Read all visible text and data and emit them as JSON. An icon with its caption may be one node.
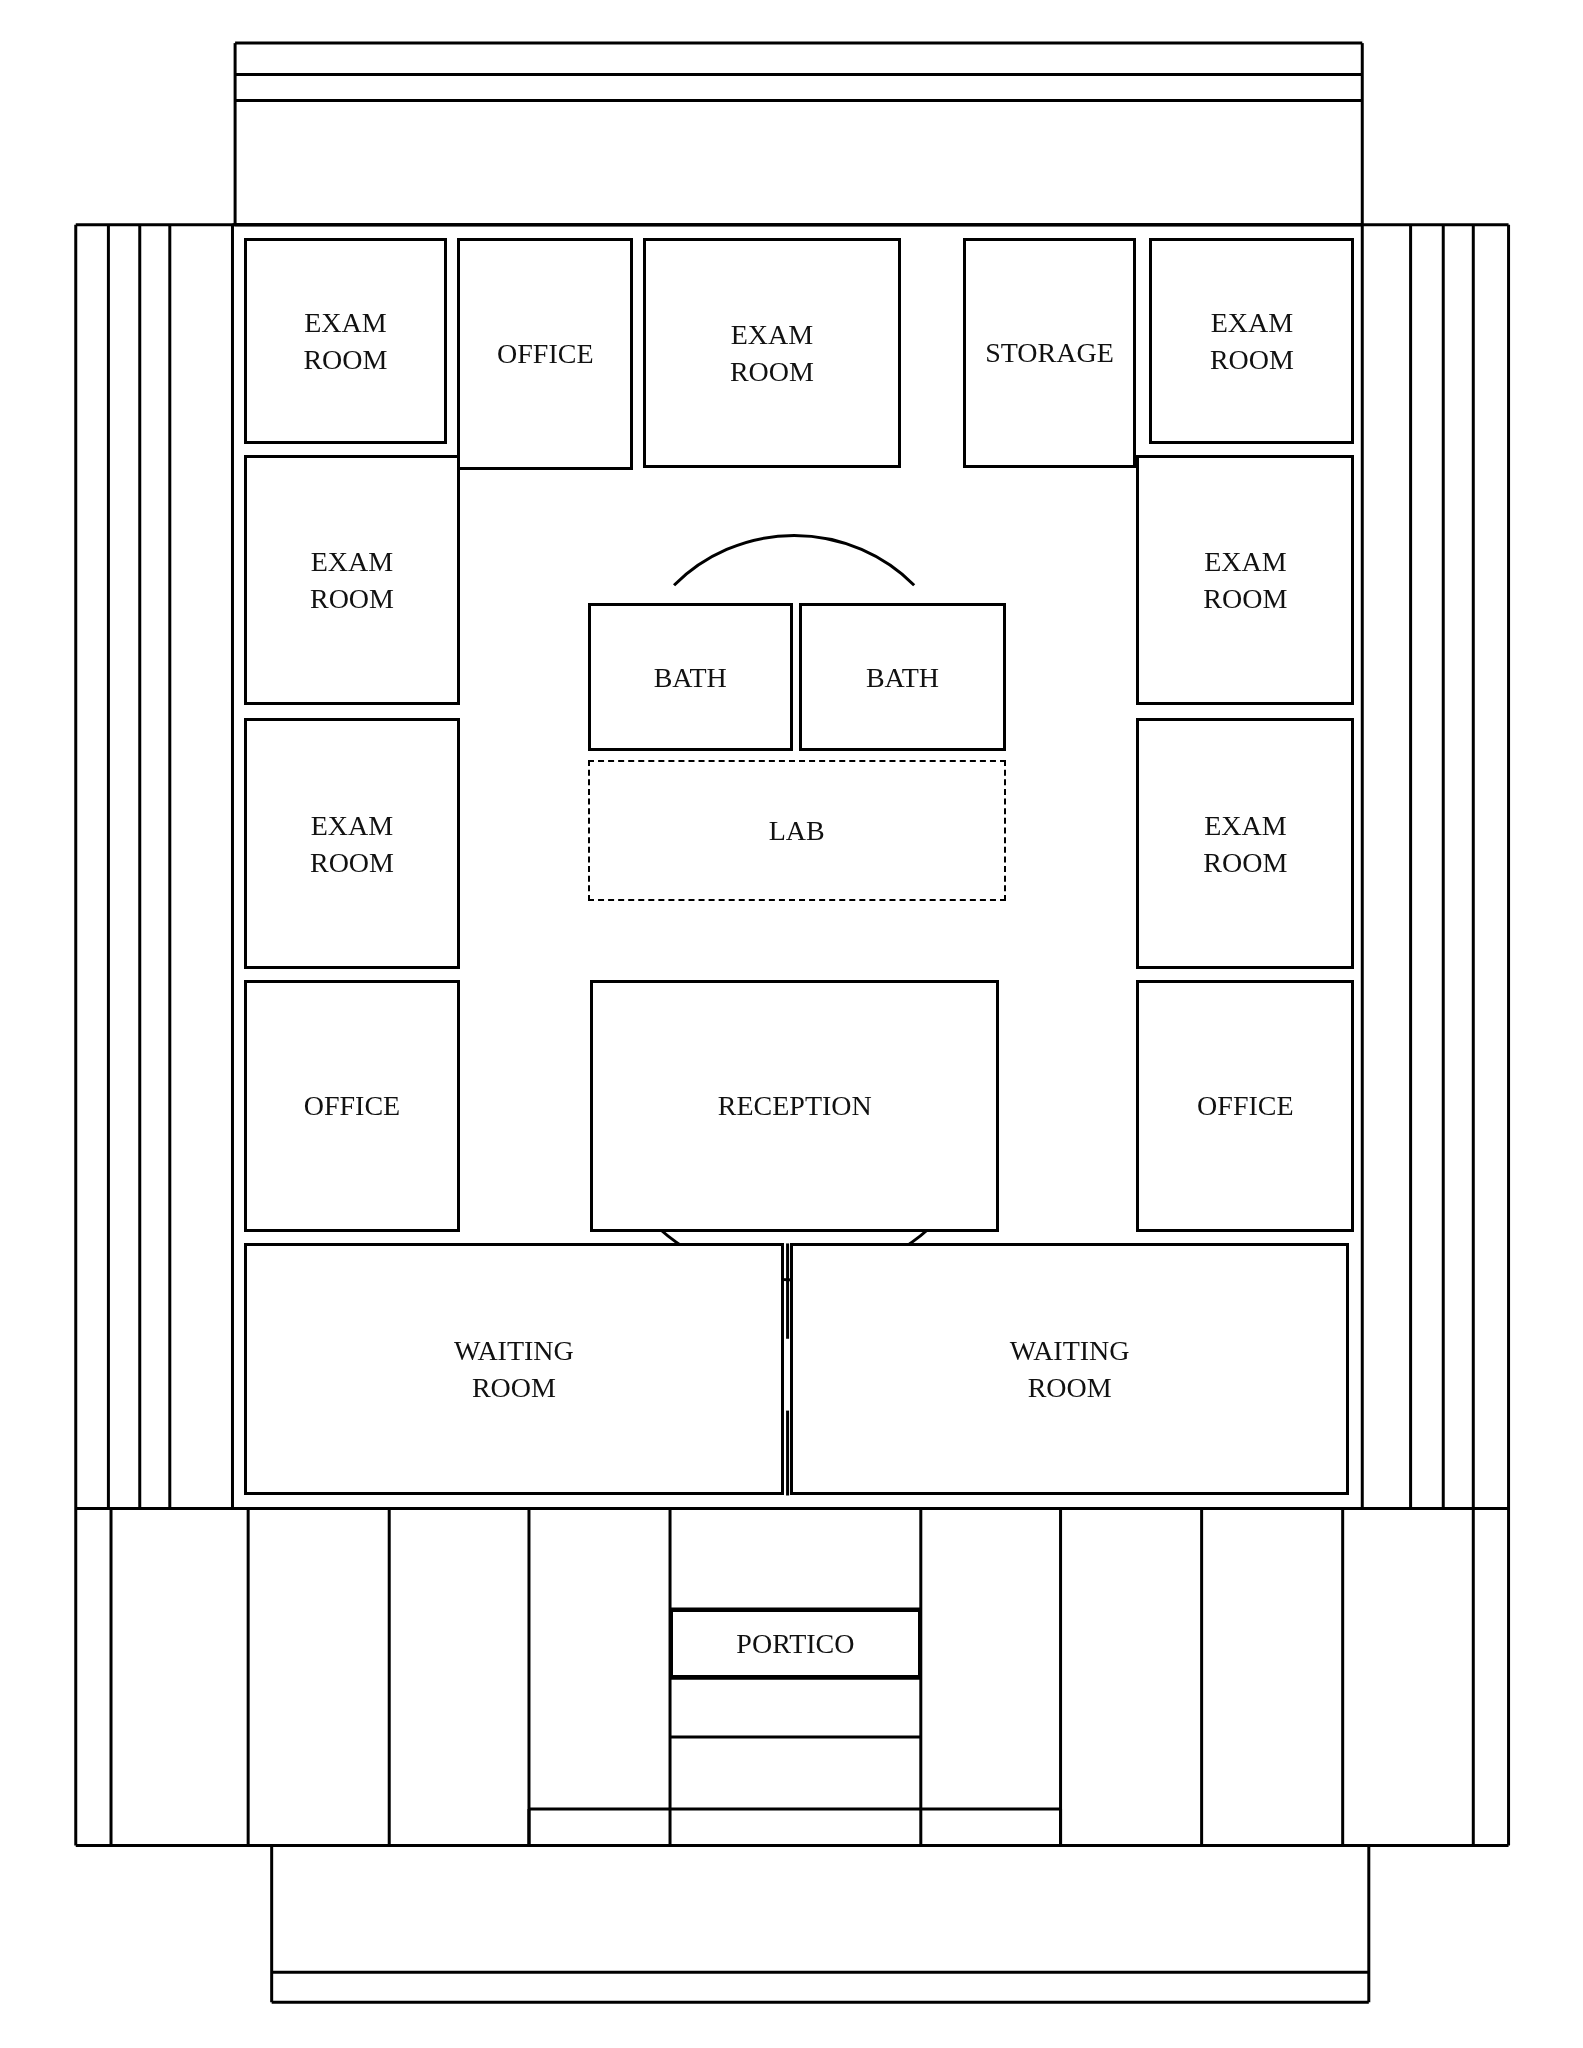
{
  "diagram": {
    "nodes": [
      {
        "text": [
          "EXAM ROOM"
        ]
      },
      {
        "text": [
          "OFFICE"
        ]
      },
      {
        "text": [
          "EXAM ROOM"
        ]
      },
      {
        "text": [
          "STORAGE"
        ]
      },
      {
        "text": [
          "EXAM ROOM"
        ]
      },
      {
        "text": [
          "EXAM ROOM"
        ]
      },
      {
        "text": [
          "BATH"
        ]
      },
      {
        "text": [
          "BATH"
        ]
      },
      {
        "text": [
          "EXAM ROOM"
        ]
      },
      {
        "text": [
          "EXAM ROOM"
        ]
      },
      {
        "text": [
          "LAB"
        ]
      },
      {
        "text": [
          "EXAM ROOM"
        ]
      },
      {
        "text": [
          "OFFICE"
        ]
      },
      {
        "text": [
          "RECEPTION"
        ]
      },
      {
        "text": [
          "OFFICE"
        ]
      },
      {
        "text": [
          "WAITING ROOM"
        ]
      },
      {
        "text": [
          "WAITING ROOM"
        ]
      },
      {
        "text": [
          "PORTICO"
        ]
      }
    ]
  }
}
